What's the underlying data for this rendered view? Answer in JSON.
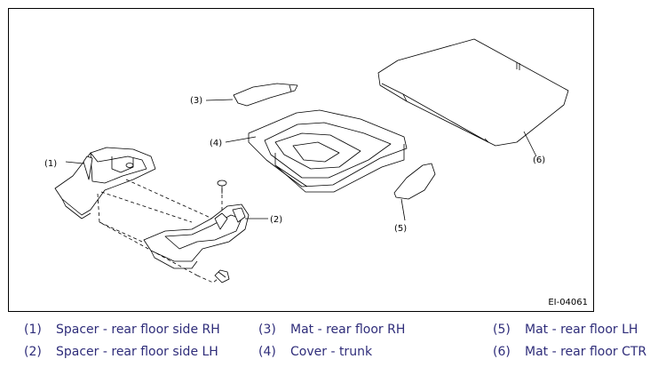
{
  "figure": {
    "code": "EI-04061",
    "callouts": [
      "(1)",
      "(2)",
      "(3)",
      "(4)",
      "(5)",
      "(6)"
    ]
  },
  "legend": [
    {
      "num": "(1)",
      "label": "Spacer - rear floor side RH"
    },
    {
      "num": "(2)",
      "label": "Spacer - rear floor side LH"
    },
    {
      "num": "(3)",
      "label": "Mat - rear floor RH"
    },
    {
      "num": "(4)",
      "label": "Cover - trunk"
    },
    {
      "num": "(5)",
      "label": "Mat - rear floor LH"
    },
    {
      "num": "(6)",
      "label": "Mat - rear floor CTR"
    }
  ]
}
